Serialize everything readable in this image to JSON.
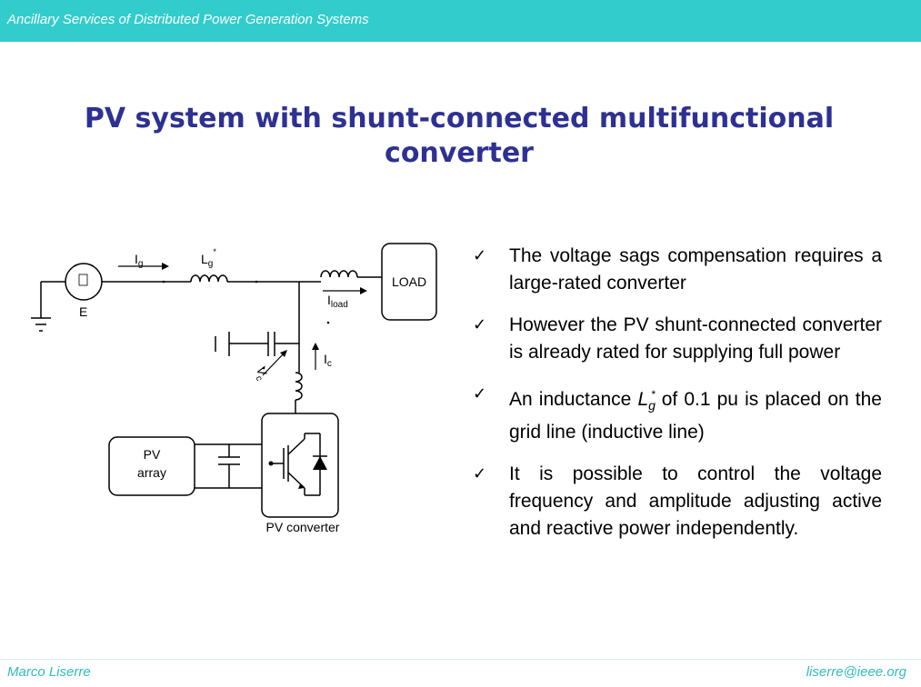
{
  "header": {
    "text": "Ancillary Services of Distributed Power Generation Systems"
  },
  "title": "PV system with shunt-connected multifunctional converter",
  "diagram": {
    "ig_main": "I",
    "ig_sub": "g",
    "lg_main": "L",
    "lg_sub": "g",
    "lg_sup": "*",
    "source_label": "E",
    "load_label": "LOAD",
    "iload_main": "I",
    "iload_sub": "load",
    "ic_main": "I",
    "ic_sub": "c",
    "vc_main": "V",
    "vc_sub": "c",
    "pv_array_line1": "PV",
    "pv_array_line2": "array",
    "pv_converter_label": "PV converter"
  },
  "bullets": [
    {
      "text": "The voltage sags compensation requires a large-rated converter"
    },
    {
      "text": "However the PV shunt-connected converter is already rated for supplying full power"
    },
    {
      "pre": "An inductance ",
      "main": "L",
      "sub": "g",
      "sup": "*",
      "post": " of 0.1 pu is placed on the grid line (inductive line)"
    },
    {
      "text": "It is possible to control the voltage frequency and amplitude adjusting active and reactive power independently."
    }
  ],
  "check_icon": "✓",
  "footer": {
    "author": "Marco Liserre",
    "email": "liserre@ieee.org"
  },
  "colors": {
    "header_bg": "#33cccc",
    "title": "#2e3192",
    "footer_text": "#33bbbb"
  }
}
